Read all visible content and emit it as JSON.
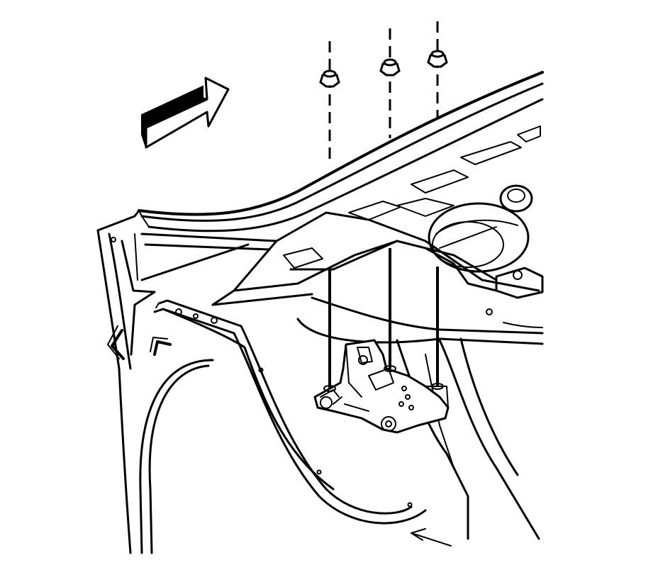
{
  "diagram": {
    "kind": "exploded-assembly-line-drawing",
    "callouts": [],
    "fasteners": [
      {
        "id": "bolt-1"
      },
      {
        "id": "bolt-2"
      },
      {
        "id": "bolt-3"
      }
    ],
    "colors": {
      "line": "#000000",
      "background": "#ffffff"
    },
    "icons": [
      "direction-arrow-icon",
      "small-arrow-icon"
    ]
  }
}
